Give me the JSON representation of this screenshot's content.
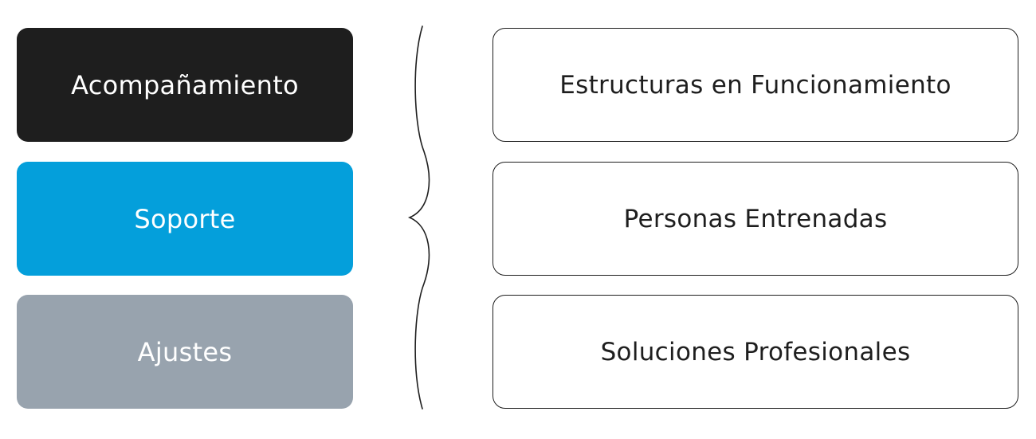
{
  "left_items": [
    {
      "label": "Acompañamiento",
      "color": "#1e1e1e"
    },
    {
      "label": "Soporte",
      "color": "#049fdb"
    },
    {
      "label": "Ajustes",
      "color": "#98a3ae"
    }
  ],
  "right_items": [
    {
      "label": "Estructuras en Funcionamiento"
    },
    {
      "label": "Personas Entrenadas"
    },
    {
      "label": "Soluciones Profesionales"
    }
  ],
  "connector": {
    "type": "curly-brace",
    "color": "#1e1e1e"
  }
}
